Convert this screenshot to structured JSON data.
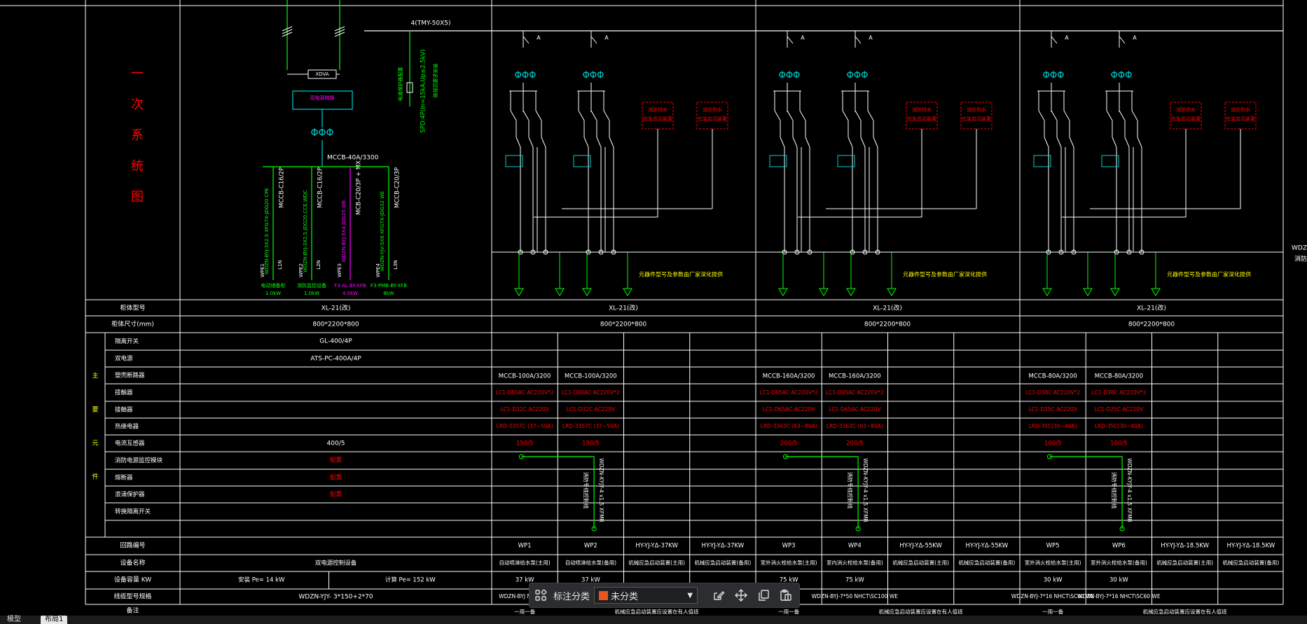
{
  "side_title": [
    "一",
    "次",
    "系",
    "统",
    "图"
  ],
  "busbar_label": "4(TMY-50X5)",
  "spd_label": "SPD:4P(In=15kA,Up≤2.5kV)",
  "spd_note": [
    "电涌保护器配置",
    "按规范要求安装"
  ],
  "ats_label": "XDVA",
  "ats_box_label": "双电源转换",
  "main_mccb": "MCCB-40A/3300",
  "mini_circuits": [
    {
      "breaker": "MCCB-C16/2P",
      "cable": "WDZN-BYJ-3X2.5 XFG7X-JDG20 CPE",
      "line": "L1N",
      "id": "WPE1",
      "desc": "电动储备柜",
      "power": "1.0kW",
      "color": "#00ff00"
    },
    {
      "breaker": "MCCB-C16/2P",
      "cable": "WDZN-BYJ-3X2.5 JDG20 CCE WDC",
      "line": "L2N",
      "id": "WPE2",
      "desc": "消防监控设备",
      "power": "1.0kW",
      "color": "#00ff00"
    },
    {
      "breaker": "MCB-C20/3P + MX",
      "cable": "WDZN-BYJ-5X4 JDG25 WE",
      "line": "",
      "id": "WPE3",
      "desc": "F3-AL-BY-XFB",
      "power": "4.0kW",
      "color": "#ff00ff"
    },
    {
      "breaker": "MCCB-C20/3P",
      "cable": "WDZN-YJV-5X6 XFG7X-JDG32 WE",
      "line": "L3N",
      "id": "WPE4",
      "desc": "F3-PMB-BY-XFB",
      "power": "8kW",
      "color": "#00ff00"
    }
  ],
  "starter_box": [
    "消防供水",
    "应急启动装置"
  ],
  "vendor_note": "元器件型号及参数由厂家深化提供",
  "row_headers": {
    "cabinet_model": "柜体型号",
    "cabinet_size": "柜体尺寸(mm)",
    "group": [
      "主",
      "要",
      "元",
      "件"
    ],
    "components": [
      "隔离开关",
      "双电源",
      "塑壳断路器",
      "接触器",
      "接触器",
      "热继电器",
      "电流互感器",
      "消防电源监控模块",
      "熔断器",
      "浪涌保护器",
      "转换隔离开关"
    ],
    "circuit_no": "回路编号",
    "device_name": "设备名称",
    "device_capacity": "设备容量 KW",
    "cable_spec": "线缆型号规格",
    "remark": "备注"
  },
  "incoming": {
    "model": "XL-21(改)",
    "size": "800*2200*800",
    "isolator": "GL-400/4P",
    "ats": "ATS-PC-400A/4P",
    "ct": "400/5",
    "monitor": "配置",
    "fuse": "配置",
    "spd": "配置",
    "device_name": "双电源控制设备",
    "capacity_install": "安装 Pe= 14 kW",
    "capacity_calc": "计算 Pe= 152 kW",
    "cable": "WDZN-YJY- 3*150+2*70"
  },
  "sections": [
    {
      "model": "XL-21(改)",
      "size": "800*2200*800"
    },
    {
      "model": "XL-21(改)",
      "size": "800*2200*800"
    },
    {
      "model": "XL-21(改)",
      "size": "800*2200*800"
    }
  ],
  "feeders": [
    {
      "mccb": "MCCB-100A/3200",
      "c1": "LC1-D80AC AC220V*2",
      "c2": "LC1-D32C AC220V",
      "th": "LRD-3357C (37~50A)",
      "ct": "150/5",
      "id": "WP1",
      "name": "自动喷淋给水泵(主用)",
      "kw": "37 kW",
      "cable": "WDZN-BYJ NHCT\\SC",
      "remark": "一用一备"
    },
    {
      "mccb": "MCCB-100A/3200",
      "c1": "LC1-D80AC AC220V*2",
      "c2": "LC1-D32C AC220V",
      "th": "LRD-3357C (37~50A)",
      "ct": "150/5",
      "id": "WP2",
      "name": "自动喷淋给水泵(备用)",
      "kw": "37 kW",
      "cable": "",
      "remark": ""
    },
    {
      "mccb": "",
      "c1": "",
      "c2": "",
      "th": "",
      "ct": "",
      "id": "HY-YJ-YΔ-37KW",
      "name": "机械应急启动装置(主用)",
      "kw": "",
      "cable": "",
      "remark": "机械应急启动装置应设置在有人值班"
    },
    {
      "mccb": "",
      "c1": "",
      "c2": "",
      "th": "",
      "ct": "",
      "id": "HY-YJ-YΔ-37KW",
      "name": "机械应急启动装置(备用)",
      "kw": "",
      "cable": "",
      "remark": ""
    },
    {
      "mccb": "MCCB-160A/3200",
      "c1": "LC1-D95AC AC220V*2",
      "c2": "LC1-D65AC AC220V",
      "th": "LRD-3363C (63~80A)",
      "ct": "200/5",
      "id": "WP3",
      "name": "室外消火栓给水泵(主用)",
      "kw": "75 kW",
      "cable": "*50 WE",
      "remark": "一用一备"
    },
    {
      "mccb": "MCCB-160A/3200",
      "c1": "LC1-D95AC AC220V*2",
      "c2": "LC1-D65AC AC220V",
      "th": "LRD-3363C (63~80A)",
      "ct": "200/5",
      "id": "WP4",
      "name": "室内消火栓给水泵(备用)",
      "kw": "75 kW",
      "cable": "WDZN-BYJ-7*50 NHCT\\SC100 WE",
      "remark": ""
    },
    {
      "mccb": "",
      "c1": "",
      "c2": "",
      "th": "",
      "ct": "",
      "id": "HY-YJ-YΔ-55KW",
      "name": "机械应急启动装置(主用)",
      "kw": "",
      "cable": "",
      "remark": "机械应急启动装置应设置在有人值班"
    },
    {
      "mccb": "",
      "c1": "",
      "c2": "",
      "th": "",
      "ct": "",
      "id": "HY-YJ-YΔ-55KW",
      "name": "机械应急启动装置(备用)",
      "kw": "",
      "cable": "",
      "remark": ""
    },
    {
      "mccb": "MCCB-80A/3200",
      "c1": "LC1-D38C AC220V*2",
      "c2": "LC1-D25C AC220V",
      "th": "LRD-35C(30~40A)",
      "ct": "100/5",
      "id": "WP5",
      "name": "室外消火栓给水泵(主用)",
      "kw": "30 kW",
      "cable": "WDZN-BYJ-7*16 NHCT\\SC60 WE",
      "remark": "一用一备"
    },
    {
      "mccb": "MCCB-80A/3200",
      "c1": "LC1-D38C AC220V*2",
      "c2": "LC1-D25C AC220V",
      "th": "LRD-35C(30~40A)",
      "ct": "100/5",
      "id": "WP6",
      "name": "室外消火栓给水泵(备用)",
      "kw": "30 kW",
      "cable": "WDZN-BYJ-7*16 NHCT\\SC60 WE",
      "remark": ""
    },
    {
      "mccb": "",
      "c1": "",
      "c2": "",
      "th": "",
      "ct": "",
      "id": "HY-YJ-YΔ-18.5KW",
      "name": "机械应急启动装置(主用)",
      "kw": "",
      "cable": "",
      "remark": "机械应急启动装置应设置在有人值班"
    },
    {
      "mccb": "",
      "c1": "",
      "c2": "",
      "th": "",
      "ct": "",
      "id": "HY-YJ-YΔ-18.5KW",
      "name": "机械应急启动装置(备用)",
      "kw": "",
      "cable": "",
      "remark": ""
    }
  ],
  "feeder_cable_vertical": [
    "WDZN-KYJY-4 x1.5 XFMR",
    "消防专线控制线"
  ],
  "right_edge": [
    "WDZ",
    "消防"
  ],
  "feeder_breaker_mark": "A",
  "toolbar": {
    "label": "标注分类",
    "select_value": "未分类"
  },
  "tabs": [
    "模型",
    "布局1"
  ],
  "colors": {
    "grid": "#ffffff",
    "green": "#00ff00",
    "red": "#ff0000",
    "magenta": "#ff00ff",
    "cyan": "#00cfcf",
    "yellow": "#ffff00",
    "swatch": "#e8541e"
  }
}
